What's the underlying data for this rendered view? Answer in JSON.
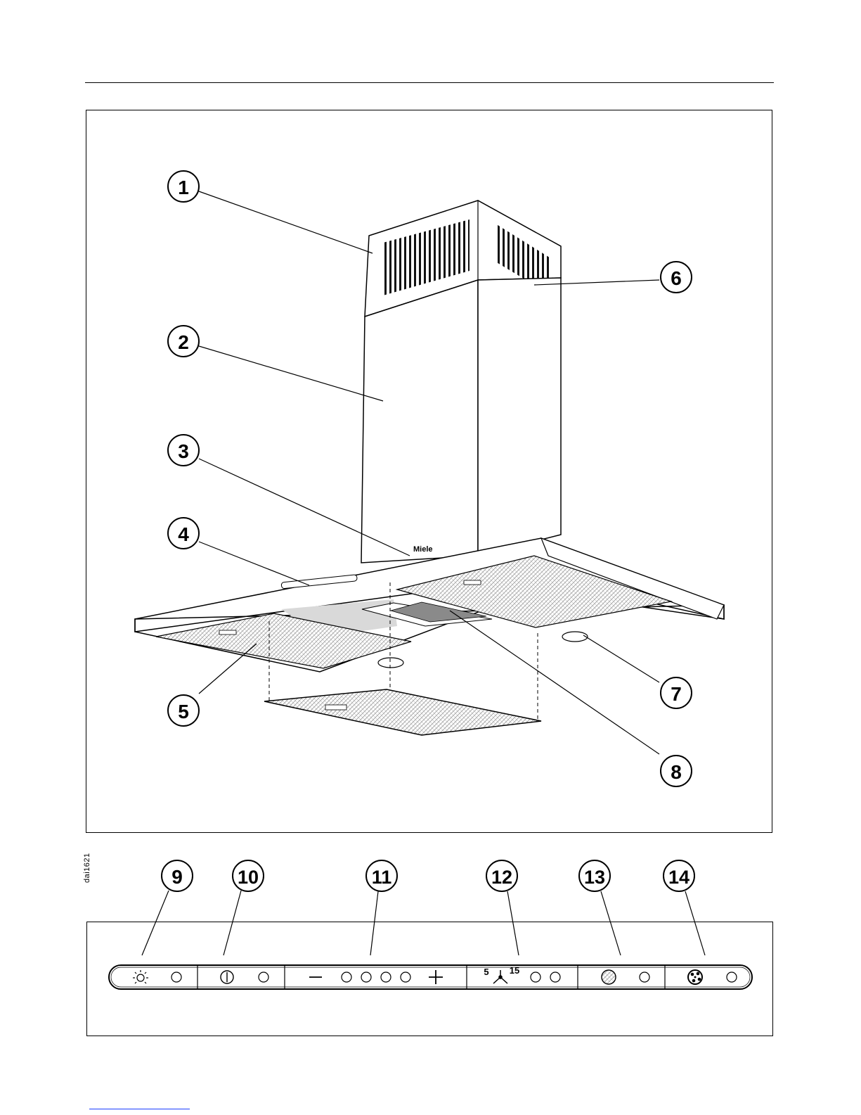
{
  "figure_code": "dai1621",
  "brand": "Miele",
  "callouts": [
    "1",
    "2",
    "3",
    "4",
    "5",
    "6",
    "7",
    "8",
    "9",
    "10",
    "11",
    "12",
    "13",
    "14"
  ],
  "panel": {
    "fan_timer_left": "5",
    "fan_timer_right": "15"
  },
  "icons": [
    "light-icon",
    "power-icon",
    "minus-icon",
    "plus-icon",
    "fan-timer-icon",
    "grease-filter-icon",
    "charcoal-filter-icon"
  ],
  "colors": {
    "line": "#000000",
    "fill": "#ffffff",
    "mesh": "#b8b8b8",
    "light_beam": "#d9d9d9"
  }
}
